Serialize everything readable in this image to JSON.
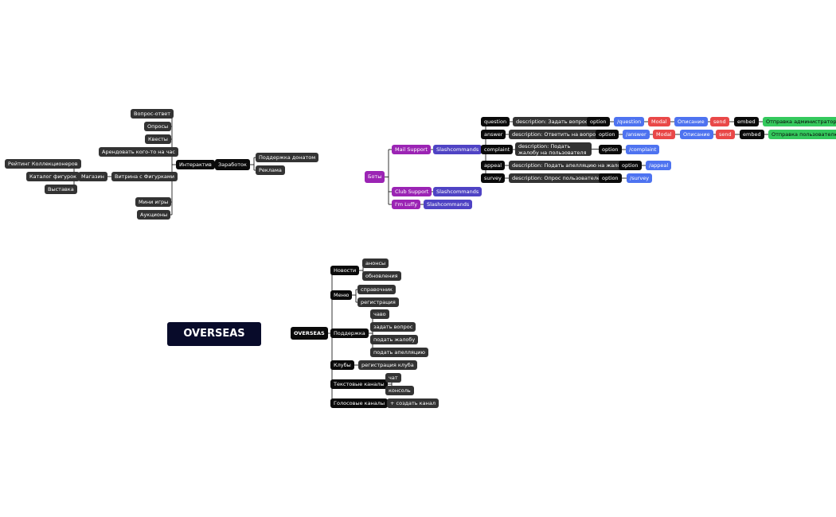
{
  "title": "OVERSEAS",
  "colors": {
    "black": "#0a0a0a",
    "dark": "#333333",
    "purple": "#9b24b4",
    "indigo": "#4f43c4",
    "blue": "#4e73f0",
    "red": "#e94848",
    "green": "#34c95d",
    "title_bg": "#080b2a",
    "line": "#000000"
  },
  "nodes": {
    "vopros_otvet": "Вопрос-ответ",
    "oprosy": "Опросы",
    "kvesty": "Квесты",
    "arenda": "Арендовать кого-то на час",
    "interaktiv": "Интерактив",
    "zarabotok": "Заработок",
    "podderzhka_donatom": "Поддержка донатом",
    "reklama": "Реклама",
    "reyting": "Рейтинг Коллекционеров",
    "katalog": "Каталог фигурок",
    "vystavka": "Выставка",
    "magazin": "Магазин",
    "vitrina": "Витрина с Фигурками",
    "mini_igry": "Мини игры",
    "auktsiony": "Аукционы",
    "boty": "Боты",
    "mail_support": "Mail Support",
    "slash1": "Slashcommands",
    "club_support": "Club Support",
    "slash2": "Slashcommands",
    "im_luffy": "I'm Luffy",
    "slash3": "Slashcommands",
    "question": "question",
    "q_desc": "description: Задать вопрос",
    "q_option": "option",
    "q_cmd": "/question",
    "q_modal": "Modal",
    "q_opisanie": "Описание",
    "q_send": "send",
    "q_embed": "embed",
    "q_result": "Отправка администратору",
    "answer": "answer",
    "a_desc": "description: Ответить на вопрос",
    "a_option": "option",
    "a_cmd": "/answer",
    "a_modal": "Modal",
    "a_opisanie": "Описание",
    "a_send": "send",
    "a_embed": "embed",
    "a_result": "Отправка пользователю",
    "complaint": "complaint",
    "c_desc": "description: Подать жалобу на пользователя",
    "c_option": "option",
    "c_cmd": "/complaint",
    "appeal": "appeal",
    "ap_desc": "description: Подать апелляцию на жалобу",
    "ap_option": "option",
    "ap_cmd": "/appeal",
    "survey": "survey",
    "s_desc": "description: Опрос пользователей",
    "s_option": "option",
    "s_cmd": "/survey",
    "overseas_root": "OVERSEAS",
    "novosti": "Новости",
    "anonsy": "анонсы",
    "obnovleniya": "обновления",
    "menu": "Меню",
    "spravochnik": "справочник",
    "registratsiya": "регистрация",
    "podderzhka": "Поддержка",
    "chavo": "чаво",
    "zadat_vopros": "задать вопрос",
    "podat_zhalobu": "подать жалобу",
    "podat_apellyatsiyu": "подать апелляцию",
    "kluby": "Клубы",
    "registratsiya_kluba": "регистрация клуба",
    "tekstovye": "Текстовые каналы",
    "chat": "чат",
    "konsol": "консоль",
    "golosovye": "Голосовые каналы",
    "sozdat_kanal": "+ создать канал"
  }
}
